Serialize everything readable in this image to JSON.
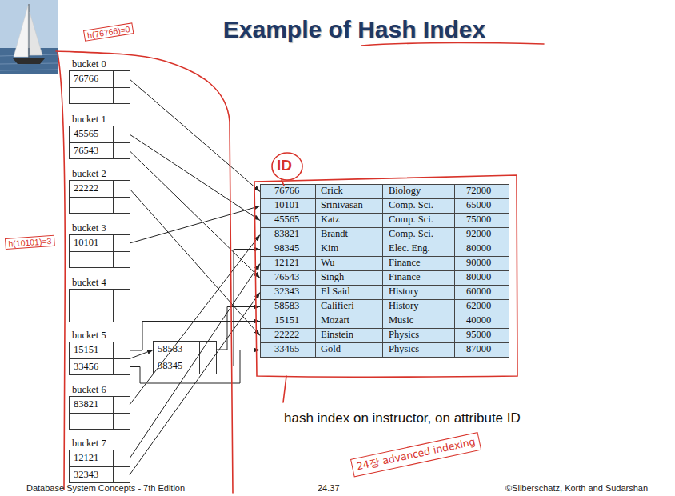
{
  "diagram": {
    "title": "Example of Hash Index",
    "caption": "hash index on instructor, on attribute ID",
    "nodes": [
      {
        "text": [
          "bucket 0"
        ]
      },
      {
        "text": [
          "76766"
        ],
        "in": 0
      },
      {
        "text": [
          "bucket 1"
        ]
      },
      {
        "text": [
          "45565"
        ],
        "in": 2
      },
      {
        "text": [
          "76543"
        ],
        "in": 2
      },
      {
        "text": [
          "bucket 2"
        ]
      },
      {
        "text": [
          "22222"
        ],
        "in": 5
      },
      {
        "text": [
          "bucket 3"
        ]
      },
      {
        "text": [
          "10101"
        ],
        "in": 7
      },
      {
        "text": [
          "bucket 4"
        ]
      },
      {
        "text": [
          "bucket 5"
        ]
      },
      {
        "text": [
          "15151"
        ],
        "in": 10
      },
      {
        "text": [
          "33456"
        ],
        "in": 10
      },
      {
        "text": [
          "58583"
        ]
      },
      {
        "text": [
          "98345"
        ]
      },
      {
        "text": [
          "bucket 6"
        ]
      },
      {
        "text": [
          "83821"
        ],
        "in": 15
      },
      {
        "text": [
          "bucket 7"
        ]
      },
      {
        "text": [
          "12121"
        ],
        "in": 17
      },
      {
        "text": [
          "32343"
        ],
        "in": 17
      },
      {
        "text": [
          "76766",
          "Crick",
          "Biology",
          "72000"
        ]
      },
      {
        "text": [
          "10101",
          "Srinivasan",
          "Comp. Sci.",
          "65000"
        ]
      },
      {
        "text": [
          "45565",
          "Katz",
          "Comp. Sci.",
          "75000"
        ]
      },
      {
        "text": [
          "83821",
          "Brandt",
          "Comp. Sci.",
          "92000"
        ]
      },
      {
        "text": [
          "98345",
          "Kim",
          "Elec. Eng.",
          "80000"
        ]
      },
      {
        "text": [
          "12121",
          "Wu",
          "Finance",
          "90000"
        ]
      },
      {
        "text": [
          "76543",
          "Singh",
          "Finance",
          "80000"
        ]
      },
      {
        "text": [
          "32343",
          "El Said",
          "History",
          "60000"
        ]
      },
      {
        "text": [
          "58583",
          "Califieri",
          "History",
          "62000"
        ]
      },
      {
        "text": [
          "15151",
          "Mozart",
          "Music",
          "40000"
        ]
      },
      {
        "text": [
          "22222",
          "Einstein",
          "Physics",
          "95000"
        ]
      },
      {
        "text": [
          "33465",
          "Gold",
          "Physics",
          "87000"
        ]
      }
    ],
    "edges": [
      {
        "from": 1,
        "to": 20,
        "arrow": "to"
      },
      {
        "from": 3,
        "to": 22,
        "arrow": "to"
      },
      {
        "from": 4,
        "to": 26,
        "arrow": "to"
      },
      {
        "from": 6,
        "to": 30,
        "arrow": "to"
      },
      {
        "from": 8,
        "to": 21,
        "arrow": "to"
      },
      {
        "from": 10,
        "to": 13,
        "arrow": "to"
      },
      {
        "from": 11,
        "to": 29,
        "arrow": "to"
      },
      {
        "from": 12,
        "to": 31,
        "arrow": "to"
      },
      {
        "from": 13,
        "to": 28,
        "arrow": "to"
      },
      {
        "from": 14,
        "to": 24,
        "arrow": "to"
      },
      {
        "from": 16,
        "to": 23,
        "arrow": "to"
      },
      {
        "from": 18,
        "to": 25,
        "arrow": "to"
      },
      {
        "from": 19,
        "to": 27,
        "arrow": "to"
      }
    ],
    "labels": [
      "h(76766)=0",
      "ID",
      "h(10101)=3",
      "24장 advanced indexing",
      "Database System Concepts - 7th Edition",
      "24.37",
      "©Silberschatz, Korth and Sudarshan"
    ]
  }
}
